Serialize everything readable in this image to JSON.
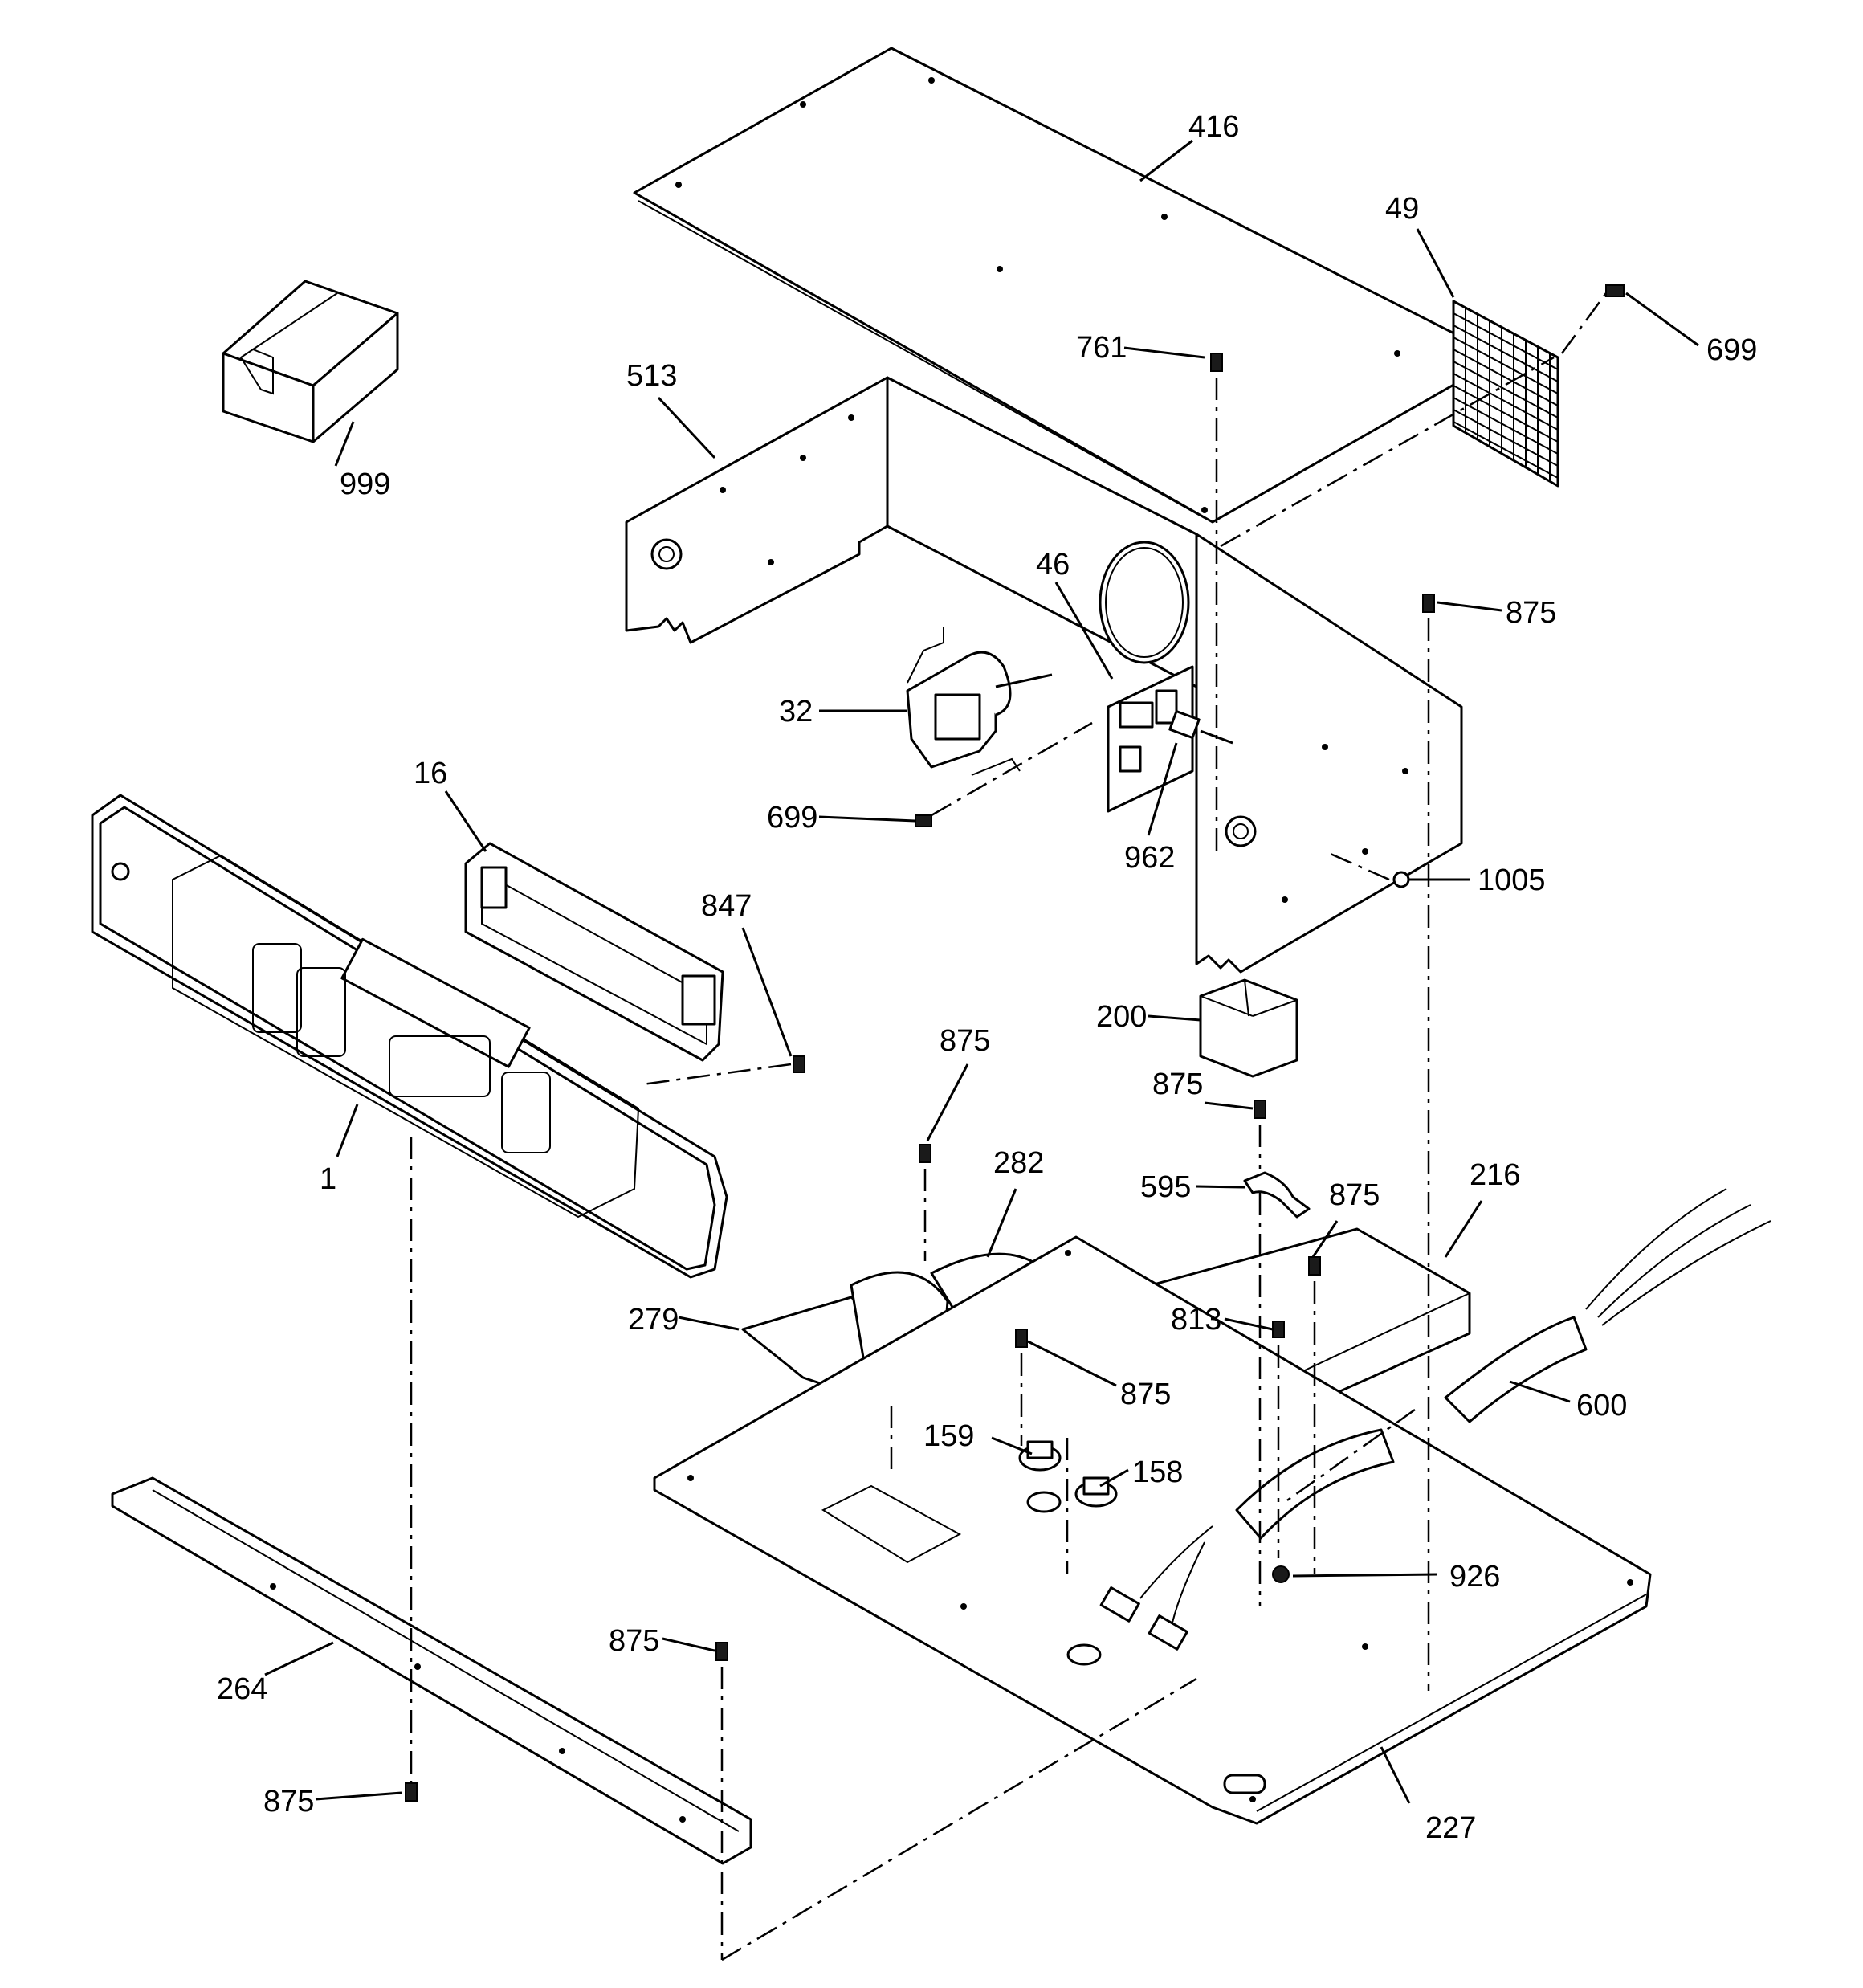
{
  "diagram": {
    "callouts": [
      {
        "id": "c416",
        "label": "416"
      },
      {
        "id": "c49",
        "label": "49"
      },
      {
        "id": "c761",
        "label": "761"
      },
      {
        "id": "c699a",
        "label": "699"
      },
      {
        "id": "c513",
        "label": "513"
      },
      {
        "id": "c999",
        "label": "999"
      },
      {
        "id": "c46",
        "label": "46"
      },
      {
        "id": "c875a",
        "label": "875"
      },
      {
        "id": "c32",
        "label": "32"
      },
      {
        "id": "c16",
        "label": "16"
      },
      {
        "id": "c699b",
        "label": "699"
      },
      {
        "id": "c962",
        "label": "962"
      },
      {
        "id": "c1005",
        "label": "1005"
      },
      {
        "id": "c847",
        "label": "847"
      },
      {
        "id": "c200",
        "label": "200"
      },
      {
        "id": "c875b",
        "label": "875"
      },
      {
        "id": "c875c",
        "label": "875"
      },
      {
        "id": "c1",
        "label": "1"
      },
      {
        "id": "c282",
        "label": "282"
      },
      {
        "id": "c595",
        "label": "595"
      },
      {
        "id": "c875d",
        "label": "875"
      },
      {
        "id": "c216",
        "label": "216"
      },
      {
        "id": "c279",
        "label": "279"
      },
      {
        "id": "c813",
        "label": "813"
      },
      {
        "id": "c875e",
        "label": "875"
      },
      {
        "id": "c600",
        "label": "600"
      },
      {
        "id": "c159",
        "label": "159"
      },
      {
        "id": "c158",
        "label": "158"
      },
      {
        "id": "c926",
        "label": "926"
      },
      {
        "id": "c875f",
        "label": "875"
      },
      {
        "id": "c264",
        "label": "264"
      },
      {
        "id": "c875g",
        "label": "875"
      },
      {
        "id": "c227",
        "label": "227"
      }
    ]
  }
}
